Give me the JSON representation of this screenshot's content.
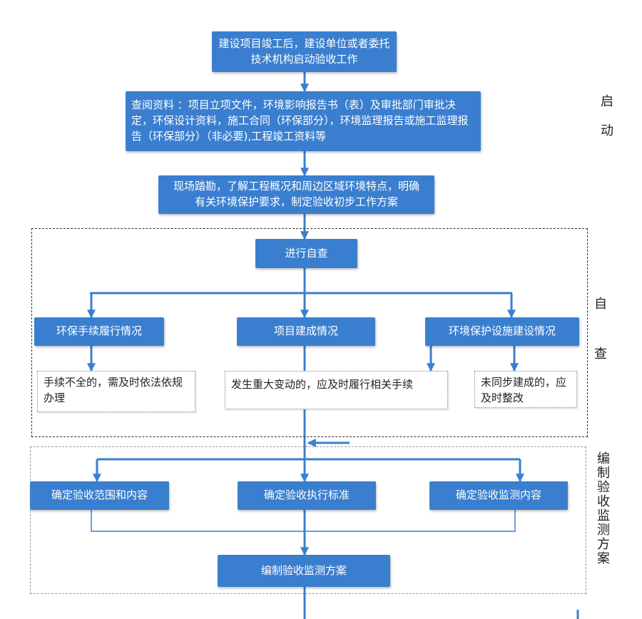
{
  "start": {
    "box1": "建设项目竣工后，建设单位或者委托技术机构启动验收工作",
    "box2": "查阅资料 ：项目立项文件，环境影响报告书（表）及审批部门审批决定，环保设计资料，施工合同（环保部分），环境监理报告或施工监理报告（环保部分）（非必要),工程竣工资料等",
    "box3": "现场踏勘，了解工程概况和周边区域环境特点，明确有关环境保护要求，制定验收初步工作方案"
  },
  "self_check": {
    "main": "进行自查",
    "branches": [
      {
        "title": "环保手续履行情况",
        "note": "手续不全的，需及时依法依规办理"
      },
      {
        "title": "项目建成情况",
        "note": "发生重大变动的，应及时履行相关手续"
      },
      {
        "title": "环境保护设施建设情况",
        "note": "未同步建成的，应及时整改"
      }
    ]
  },
  "plan": {
    "items": [
      "确定验收范围和内容",
      "确定验收执行标准",
      "确定验收监测内容"
    ],
    "result": "编制验收监测方案"
  },
  "stages": {
    "start": [
      "启",
      "动"
    ],
    "self_check": [
      "自",
      "查"
    ],
    "plan": "编制验收监测方案"
  },
  "colors": {
    "box": "#3a7fcf",
    "line": "#3a7fcf"
  }
}
